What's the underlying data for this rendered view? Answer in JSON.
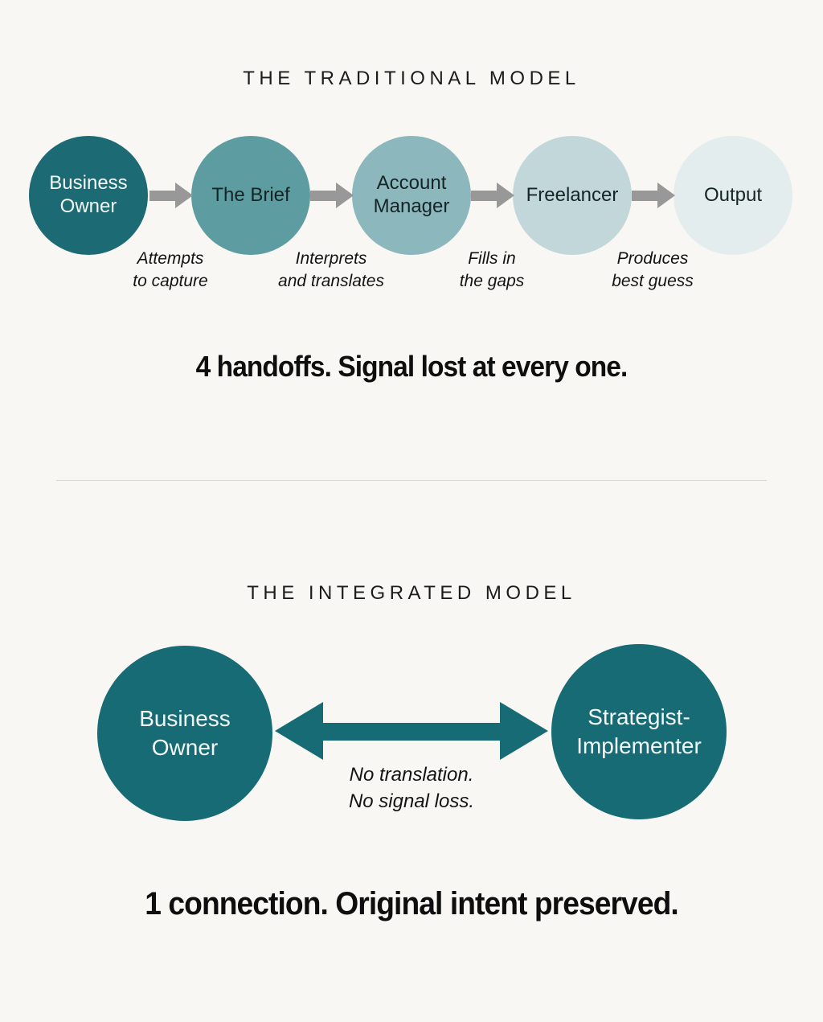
{
  "page": {
    "background_color": "#f8f7f3",
    "divider_color": "#d9d5d2"
  },
  "traditional": {
    "title": "THE TRADITIONAL MODEL",
    "arrow_color": "#989898",
    "nodes": [
      {
        "label": "Business Owner",
        "color": "#1c6a74",
        "text_color": "#f4f8f8"
      },
      {
        "label": "The Brief",
        "color": "#5d9da1",
        "text_color": "#152425"
      },
      {
        "label": "Account Manager",
        "color": "#8bb7bd",
        "text_color": "#152425"
      },
      {
        "label": "Freelancer",
        "color": "#c2d7da",
        "text_color": "#152425"
      },
      {
        "label": "Output",
        "color": "#e3edee",
        "text_color": "#152425"
      }
    ],
    "captions": [
      {
        "line1": "Attempts",
        "line2": "to capture"
      },
      {
        "line1": "Interprets",
        "line2": "and translates"
      },
      {
        "line1": "Fills in",
        "line2": "the gaps"
      },
      {
        "line1": "Produces",
        "line2": "best guess"
      }
    ],
    "summary": "4 handoffs. Signal lost at every one."
  },
  "integrated": {
    "title": "THE INTEGRATED MODEL",
    "arrow_color": "#176b75",
    "nodes": [
      {
        "label": "Business Owner",
        "color": "#176b75",
        "text_color": "#f4f8f8"
      },
      {
        "label": "Strategist-Implementer",
        "color": "#176b75",
        "text_color": "#f4f8f8"
      }
    ],
    "caption": {
      "line1": "No translation.",
      "line2": "No signal loss."
    },
    "summary": "1 connection. Original intent preserved."
  }
}
